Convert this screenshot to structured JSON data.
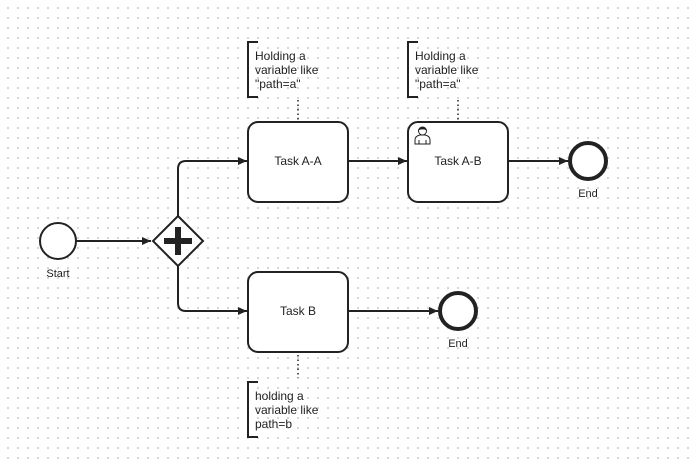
{
  "diagram": {
    "start_label": "Start",
    "task_aa_label": "Task A-A",
    "task_ab_label": "Task A-B",
    "task_b_label": "Task B",
    "end_top_label": "End",
    "end_bottom_label": "End",
    "annotation_1": [
      "Holding a",
      "variable like",
      "\"path=a\""
    ],
    "annotation_2": [
      "Holding a",
      "variable like",
      "\"path=a\""
    ],
    "annotation_3": [
      "holding a",
      "variable like",
      "path=b"
    ]
  },
  "colors": {
    "stroke": "#222222",
    "fill": "#ffffff",
    "grid_dot": "#c9c9c9"
  },
  "icons": {
    "gateway": "parallel-gateway-plus-icon",
    "user_task": "user-task-icon"
  }
}
